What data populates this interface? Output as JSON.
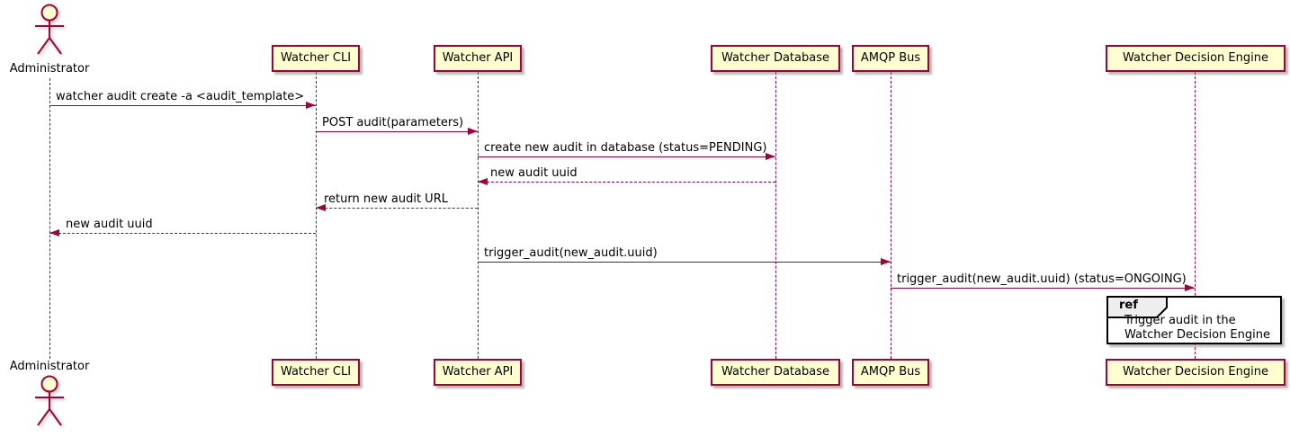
{
  "diagram": {
    "type": "uml-sequence-diagram",
    "colors": {
      "accent": "#A80036",
      "participant_fill": "#FEFECE",
      "participant_border": "#A80036",
      "text": "#000000",
      "ref_fill": "#FFFFFF",
      "ref_header_fill": "#EEEEEE",
      "ref_border": "#000000",
      "background": "#FFFFFF"
    },
    "actor": {
      "name": "Administrator"
    },
    "participants": [
      {
        "label": "Watcher CLI"
      },
      {
        "label": "Watcher API"
      },
      {
        "label": "Watcher Database"
      },
      {
        "label": "AMQP Bus"
      },
      {
        "label": "Watcher Decision Engine"
      }
    ],
    "messages": [
      {
        "from": "Administrator",
        "to": "Watcher CLI",
        "text": "watcher audit create -a <audit_template>",
        "style": "solid"
      },
      {
        "from": "Watcher CLI",
        "to": "Watcher API",
        "text": "POST audit(parameters)",
        "style": "solid"
      },
      {
        "from": "Watcher API",
        "to": "Watcher Database",
        "text": "create new audit in database (status=PENDING)",
        "style": "solid"
      },
      {
        "from": "Watcher Database",
        "to": "Watcher API",
        "text": "new audit uuid",
        "style": "dashed"
      },
      {
        "from": "Watcher API",
        "to": "Watcher CLI",
        "text": "return new audit URL",
        "style": "dashed"
      },
      {
        "from": "Watcher CLI",
        "to": "Administrator",
        "text": "new audit uuid",
        "style": "dashed"
      },
      {
        "from": "Watcher API",
        "to": "AMQP Bus",
        "text": "trigger_audit(new_audit.uuid)",
        "style": "solid"
      },
      {
        "from": "AMQP Bus",
        "to": "Watcher Decision Engine",
        "text": "trigger_audit(new_audit.uuid) (status=ONGOING)",
        "style": "solid"
      }
    ],
    "ref": {
      "keyword": "ref",
      "over": "Watcher Decision Engine",
      "lines": [
        "Trigger audit in the",
        "Watcher Decision Engine"
      ]
    }
  }
}
